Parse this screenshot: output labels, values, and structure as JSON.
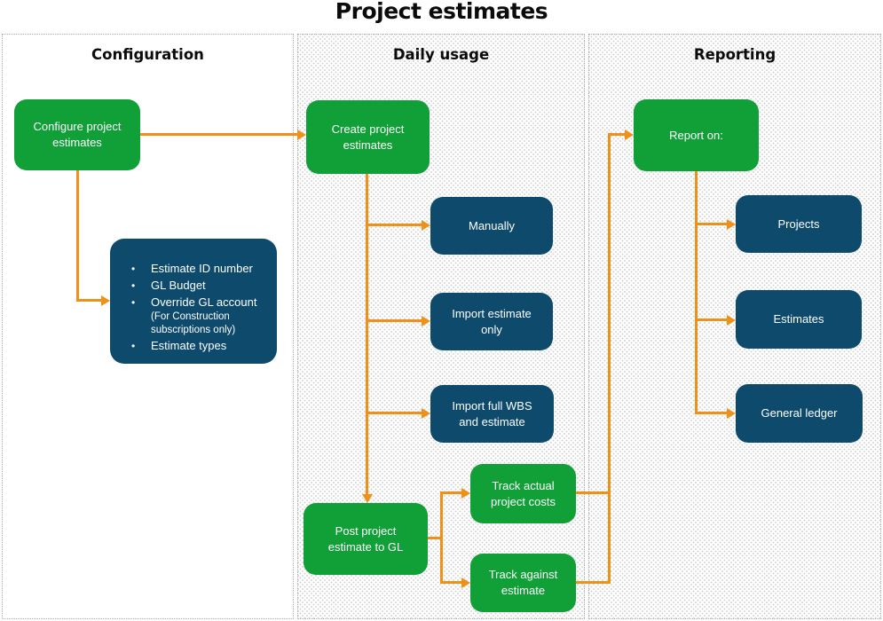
{
  "title": "Project estimates",
  "columns": {
    "configuration": {
      "header": "Configuration"
    },
    "daily_usage": {
      "header": "Daily usage"
    },
    "reporting": {
      "header": "Reporting"
    }
  },
  "nodes": {
    "configure": {
      "label": "Configure project estimates"
    },
    "create": {
      "label": "Create project estimates"
    },
    "manually": {
      "label": "Manually"
    },
    "import_estimate": {
      "label": "Import estimate only"
    },
    "import_wbs": {
      "label": "Import full WBS and estimate"
    },
    "post": {
      "label": "Post project estimate to GL"
    },
    "track_costs": {
      "label": "Track actual project costs"
    },
    "track_estimate": {
      "label": "Track against estimate"
    },
    "report_on": {
      "label": "Report on:"
    },
    "projects": {
      "label": "Projects"
    },
    "estimates": {
      "label": "Estimates"
    },
    "general_ledger": {
      "label": "General ledger"
    }
  },
  "config_details": {
    "items": [
      "Estimate ID number",
      "GL Budget",
      "Override GL account",
      "Estimate types"
    ],
    "note": "(For Construction subscriptions only)"
  },
  "colors": {
    "node_green": "#10A037",
    "node_blue": "#0D4A6B",
    "connector_orange": "#EE9119"
  }
}
